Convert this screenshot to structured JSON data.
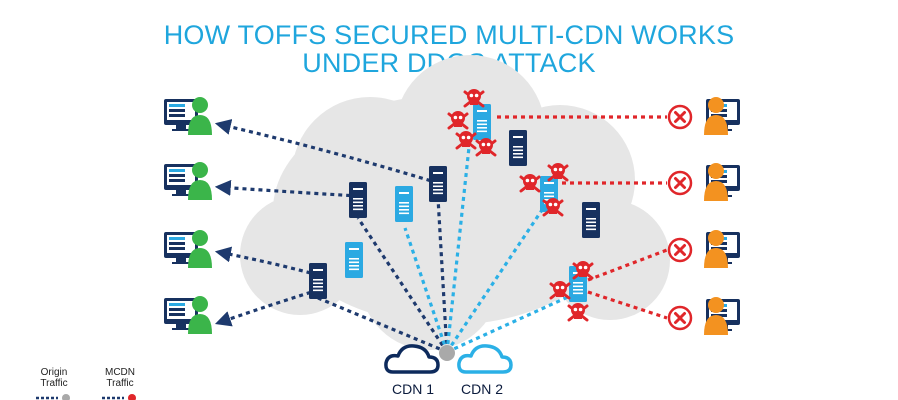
{
  "title": {
    "line1": "HOW TOFFS SECURED MULTI-CDN WORKS",
    "line2": "UNDER DDOS ATTACK"
  },
  "cdns": [
    {
      "label": "CDN 1",
      "color": "#0d2a5c"
    },
    {
      "label": "CDN 2",
      "color": "#2bb0e6"
    }
  ],
  "legend": {
    "origin_label": "Origin\nTraffic",
    "mcdn_label": "MCDN\nTraffic"
  },
  "colors": {
    "title": "#1fa6dd",
    "origin_traffic": "#1e3a6e",
    "cdn2_traffic": "#2bb0e6",
    "attack_traffic": "#e0262a",
    "legit_user": "#3bb54a",
    "attacker": "#f39220",
    "cloud": "#e6e6e6"
  },
  "icons": {
    "legit_user": "user-with-monitor-icon",
    "attacker": "attacker-with-monitor-icon",
    "blocked": "blocked-x-icon",
    "server": "server-icon",
    "attack": "skull-crossbones-icon",
    "cdn": "cloud-icon"
  }
}
